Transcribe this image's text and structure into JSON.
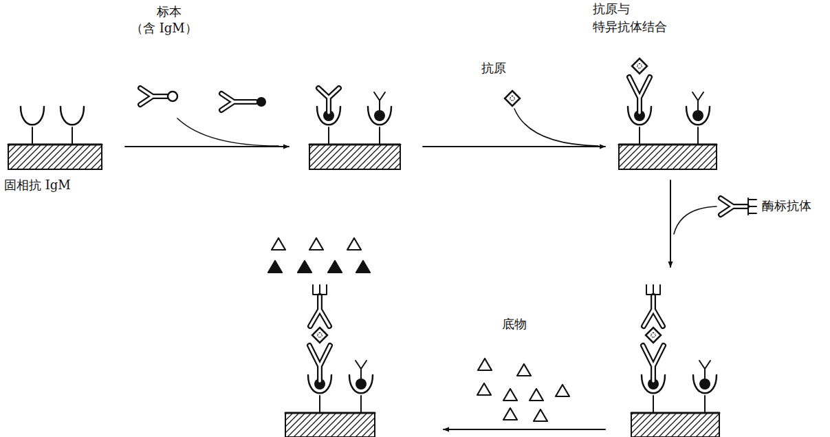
{
  "diagram": {
    "labels": [
      "标本",
      "（含 IgM）",
      "固相抗 IgM",
      "抗原",
      "抗原与",
      "特异抗体结合",
      "酶标抗体",
      "底物"
    ]
  }
}
